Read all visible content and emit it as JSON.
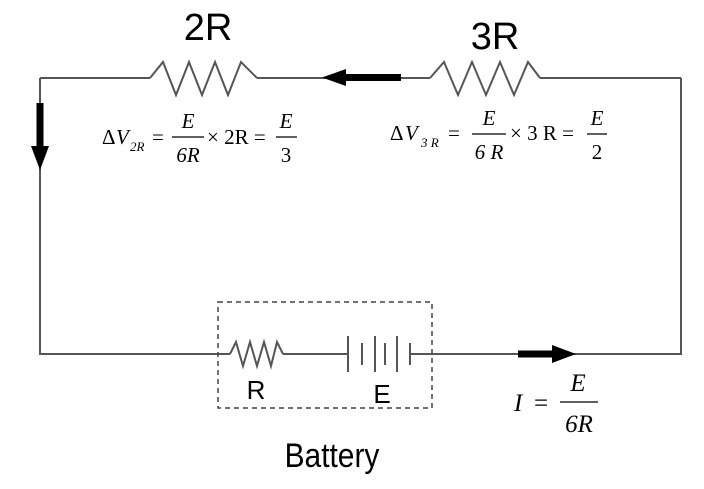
{
  "resistors": {
    "r2": {
      "label": "2R"
    },
    "r3": {
      "label": "3R"
    },
    "internal": {
      "label": "R"
    }
  },
  "battery": {
    "emf_label": "E",
    "caption": "Battery"
  },
  "equations": {
    "dv2r": {
      "delta": "Δ",
      "v": "V",
      "sub": "2R",
      "eq1": "=",
      "num1": "E",
      "den1": "6R",
      "times": "× 2R =",
      "num2": "E",
      "den2": "3"
    },
    "dv3r": {
      "delta": "Δ",
      "v": "V",
      "sub": "3 R",
      "eq1": "=",
      "num1": "E",
      "den1": "6 R",
      "times": "× 3 R =",
      "num2": "E",
      "den2": "2"
    },
    "current": {
      "lhs": "I",
      "eq": "=",
      "num": "E",
      "den": "6R"
    }
  }
}
